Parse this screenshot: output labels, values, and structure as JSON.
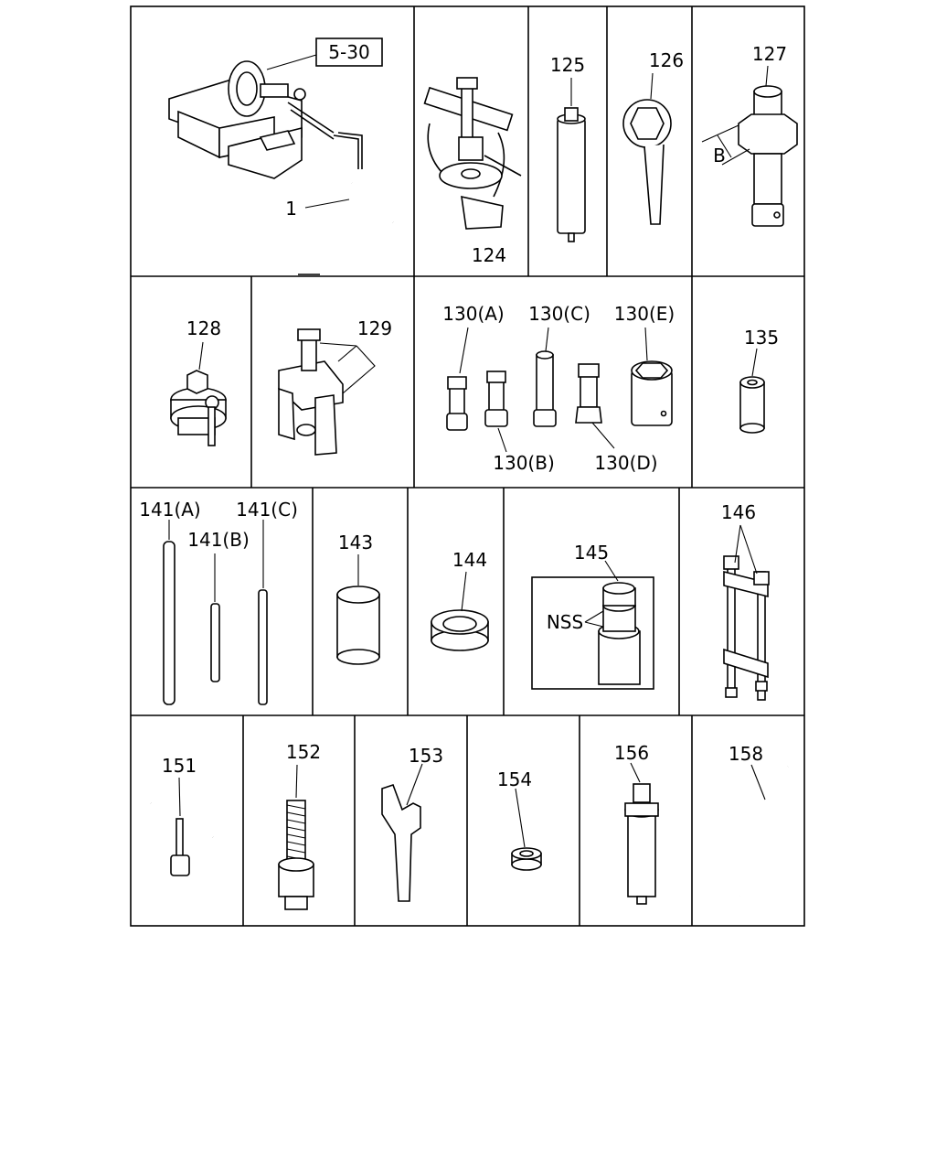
{
  "ref_box": "5-30",
  "labels": {
    "p1": "1",
    "p124": "124",
    "p125": "125",
    "p126": "126",
    "p127": "127",
    "dim_b": "B",
    "p128": "128",
    "p129": "129",
    "p130a": "130(A)",
    "p130b": "130(B)",
    "p130c": "130(C)",
    "p130d": "130(D)",
    "p130e": "130(E)",
    "p135": "135",
    "p141a": "141(A)",
    "p141b": "141(B)",
    "p141c": "141(C)",
    "p143": "143",
    "p144": "144",
    "p145": "145",
    "nss": "NSS",
    "p146": "146",
    "p151": "151",
    "p152": "152",
    "p153": "153",
    "p154": "154",
    "p156": "156",
    "p158": "158"
  }
}
